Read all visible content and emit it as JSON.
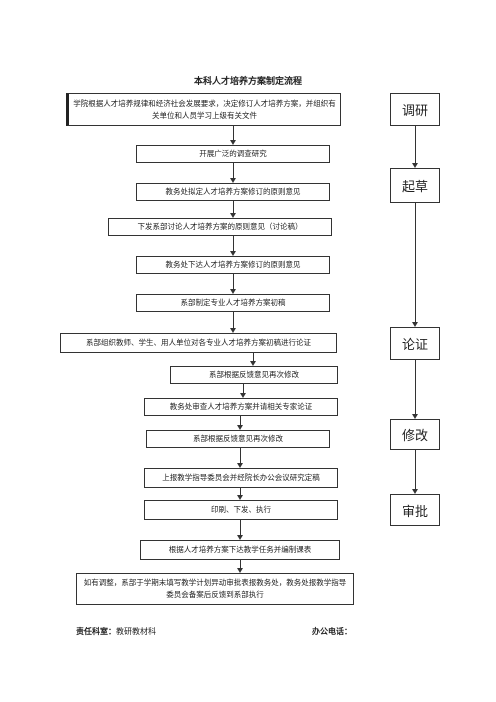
{
  "title": "本科人才培养方案制定流程",
  "steps": [
    "学院根据人才培养规律和经济社会发展要求，决定修订人才培养方案，并组织有关单位和人员学习上级有关文件",
    "开展广泛的调查研究",
    "教务处拟定人才培养方案修订的原则意见",
    "下发系部讨论人才培养方案的原则意见（讨论稿）",
    "教务处下达人才培养方案修订的原则意见",
    "系部制定专业人才培养方案初稿",
    "系部组织教师、学生、用人单位对各专业人才培养方案初稿进行论证",
    "系部根据反馈意见再次修改",
    "教务处审查人才培养方案并请相关专家论证",
    "系部根据反馈意见再次修改",
    "上报教学指导委员会并经院长办公会议研究定稿",
    "印刷、下发、执行",
    "根据人才培养方案下达教学任务并编制课表",
    "如有调整，系部于学期末填写教学计划异动审批表报教务处，教务处报教学指导委员会备案后反馈到系部执行"
  ],
  "stages": [
    "调研",
    "起草",
    "论证",
    "修改",
    "审批"
  ],
  "footer": {
    "dept_label": "责任科室：",
    "dept_value": "教研教材科",
    "phone_label": "办公电话："
  }
}
